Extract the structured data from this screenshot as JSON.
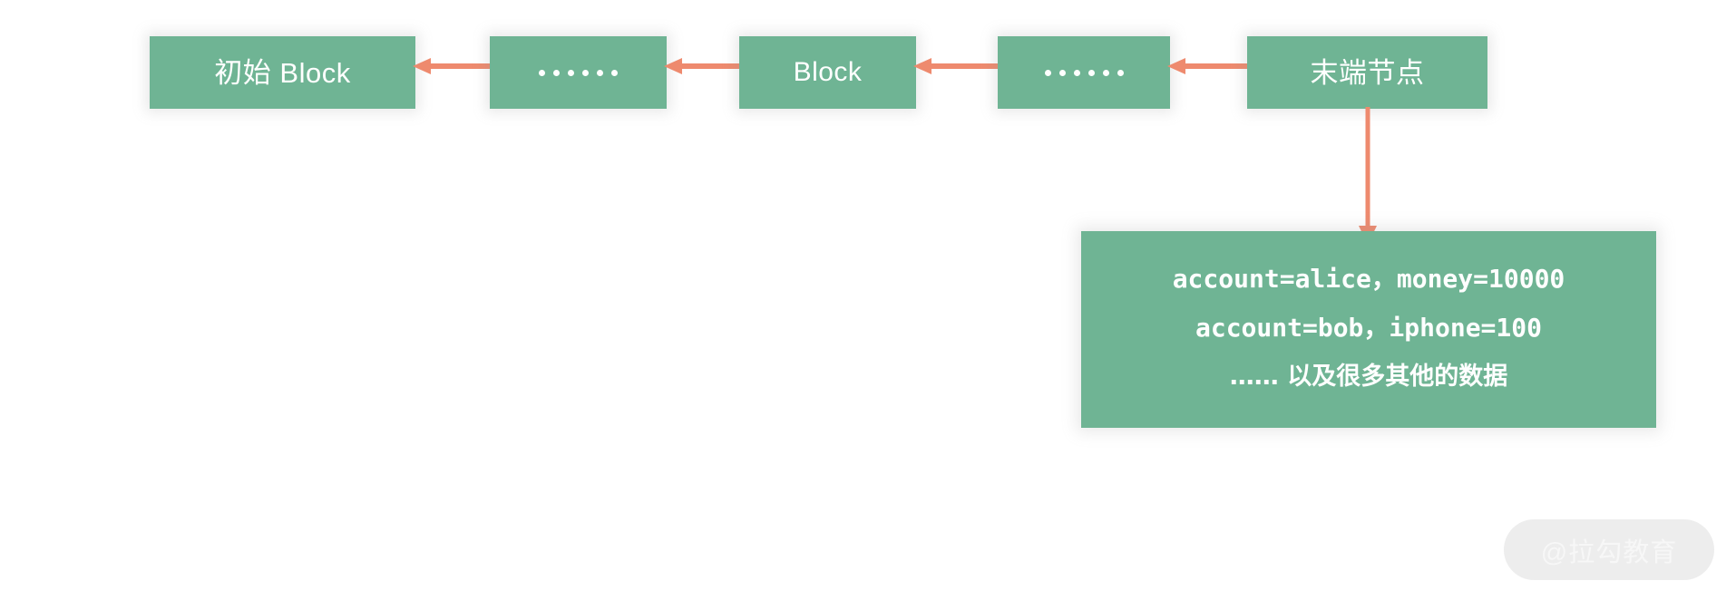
{
  "diagram": {
    "title": "Blockchain block chain with terminal node data",
    "colors": {
      "node_fill": "#6FB494",
      "node_text": "#FFFFFF",
      "arrow": "#EE8A6E",
      "background": "#FFFFFF",
      "watermark_pill": "#EDEDED",
      "watermark_text": "#F7F7F7"
    },
    "chain": [
      {
        "id": "genesis-block",
        "label": "初始 Block",
        "kind": "text"
      },
      {
        "id": "ellipsis-left",
        "label": "……",
        "kind": "dots",
        "dot_count": 6
      },
      {
        "id": "block",
        "label": "Block",
        "kind": "text"
      },
      {
        "id": "ellipsis-right",
        "label": "……",
        "kind": "dots",
        "dot_count": 6
      },
      {
        "id": "terminal-node",
        "label": "末端节点",
        "kind": "text"
      }
    ],
    "arrows": [
      {
        "id": "arrow-ellipsis-left-to-genesis",
        "direction": "left"
      },
      {
        "id": "arrow-block-to-ellipsis-left",
        "direction": "left"
      },
      {
        "id": "arrow-ellipsis-right-to-block",
        "direction": "left"
      },
      {
        "id": "arrow-terminal-to-ellipsis-right",
        "direction": "left"
      },
      {
        "id": "arrow-terminal-to-data",
        "direction": "down"
      }
    ],
    "data_box": {
      "id": "terminal-node-data",
      "lines": [
        "account=alice，money=10000",
        "account=bob，iphone=100",
        "…… 以及很多其他的数据"
      ]
    },
    "watermark": {
      "text": "@拉勾教育"
    }
  }
}
